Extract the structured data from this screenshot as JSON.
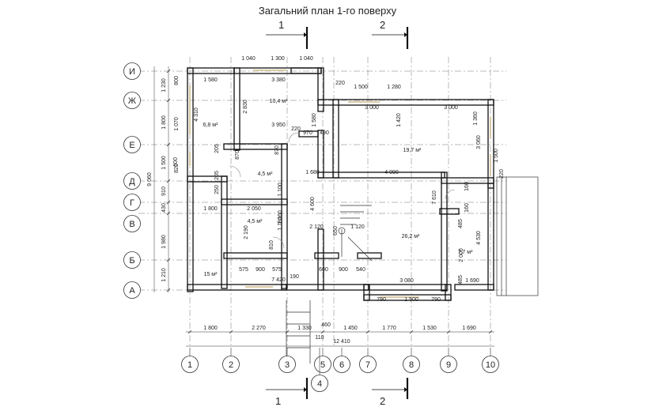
{
  "title": "Загальний план 1-го поверху",
  "grid": {
    "numeric": [
      "1",
      "2",
      "3",
      "5",
      "6",
      "7",
      "8",
      "9",
      "10"
    ],
    "numeric_extra": "4",
    "letters": [
      "И",
      "Ж",
      "Е",
      "Д",
      "Г",
      "В",
      "Б",
      "А"
    ]
  },
  "sections": {
    "s1": "1",
    "s2": "2"
  },
  "dims": {
    "bottom": [
      "1 800",
      "2 270",
      "1 330",
      "1 450",
      "1 770",
      "1 530",
      "1 690"
    ],
    "bottom_small": [
      "460",
      "110"
    ],
    "overall_bottom": "12 410",
    "left": [
      "1 230",
      "1 800",
      "1 500",
      "910",
      "430",
      "1 980",
      "1 210"
    ],
    "overall_left": "9 060"
  },
  "rooms": [
    "10,4 м²",
    "6,8 м²",
    "19,7 м²",
    "4,5 м²",
    "4,5 м²",
    "26,2 м²",
    "7,7 м²",
    "15 м²"
  ],
  "inner_dims": [
    "1 040",
    "1 300",
    "1 040",
    "1 580",
    "3 380",
    "220",
    "1 500",
    "1 280",
    "3 000",
    "3 000",
    "2 830",
    "4 310",
    "1 420",
    "1 360",
    "3 950",
    "220",
    "970",
    "490",
    "1 580",
    "1 680",
    "4 090",
    "3 060",
    "1 500",
    "220",
    "2 050",
    "1 800",
    "1 160",
    "2 120",
    "1 120",
    "4 600",
    "7 610",
    "4 530",
    "2 190",
    "2 000",
    "1 690",
    "900",
    "575",
    "575",
    "600",
    "900",
    "540",
    "190",
    "7 420",
    "3 080",
    "790",
    "1 500",
    "790",
    "485",
    "485",
    "1 100",
    "1 180",
    "810",
    "650",
    "160",
    "160",
    "870",
    "870",
    "600",
    "800",
    "1 070",
    "820",
    "205",
    "205",
    "250"
  ]
}
